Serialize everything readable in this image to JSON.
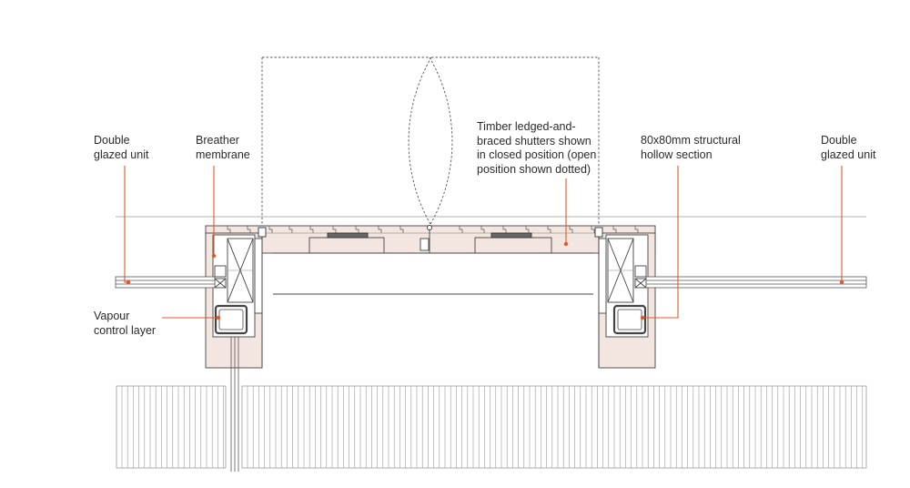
{
  "labels": {
    "double_glazed_left": "Double\nglazed unit",
    "breather_membrane": "Breather\nmembrane",
    "shutters": "Timber ledged-and-\nbraced shutters shown\nin closed position (open\nposition shown dotted)",
    "structural_hollow_section": "80x80mm structural\nhollow section",
    "double_glazed_right": "Double\nglazed unit",
    "vapour_control_layer": "Vapour\ncontrol layer"
  },
  "colors": {
    "line": "#3a3a3a",
    "leader": "#e2582a",
    "timber": "#f2e4de",
    "background": "#ffffff"
  }
}
